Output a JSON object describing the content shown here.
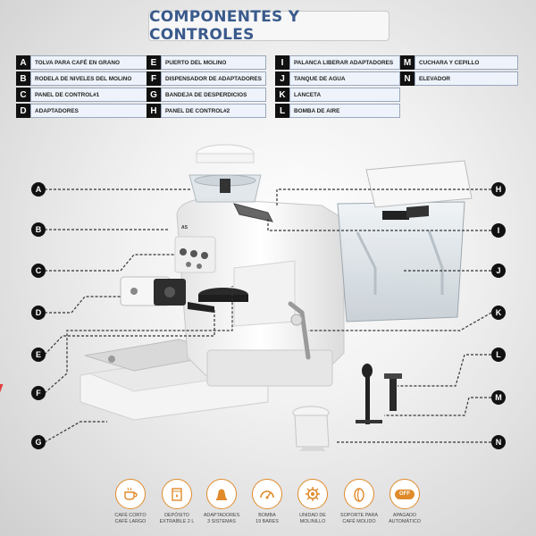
{
  "title": "COMPONENTES Y CONTROLES",
  "legend": [
    {
      "letter": "A",
      "label": "TOLVA PARA CAFÉ EN GRANO"
    },
    {
      "letter": "B",
      "label": "RODELA DE NIVELES DEL MOLINO"
    },
    {
      "letter": "C",
      "label": "PANEL DE CONTROL#1"
    },
    {
      "letter": "D",
      "label": "ADAPTADORES"
    },
    {
      "letter": "E",
      "label": "PUERTO DEL MOLINO"
    },
    {
      "letter": "F",
      "label": "DISPENSADOR DE ADAPTADORES"
    },
    {
      "letter": "G",
      "label": "BANDEJA DE DESPERDICIOS"
    },
    {
      "letter": "H",
      "label": "PANEL DE CONTROL#2"
    },
    {
      "letter": "I",
      "label": "PALANCA LIBERAR ADAPTADORES"
    },
    {
      "letter": "J",
      "label": "TANQUE DE AGUA"
    },
    {
      "letter": "K",
      "label": "LANCETA"
    },
    {
      "letter": "L",
      "label": "BOMBA DE AIRE"
    },
    {
      "letter": "M",
      "label": "CUCHARA Y CEPILLO"
    },
    {
      "letter": "N",
      "label": "ELEVADOR"
    }
  ],
  "callouts_left": [
    "A",
    "B",
    "C",
    "D",
    "E",
    "F",
    "G"
  ],
  "callouts_right": [
    "H",
    "I",
    "J",
    "K",
    "L",
    "M",
    "N"
  ],
  "machine_brand": "AS",
  "features": [
    {
      "icon": "coffee-cup-icon",
      "line1": "CAFÉ CORTO",
      "line2": "CAFÉ LARGO"
    },
    {
      "icon": "water-tank-icon",
      "line1": "DEPÓSITO",
      "line2": "EXTRAÍBLE 2 L"
    },
    {
      "icon": "capsule-icon",
      "line1": "ADAPTADORES",
      "line2": "3 SISTEMAS"
    },
    {
      "icon": "pressure-gauge-icon",
      "line1": "BOMBA",
      "line2": "19 BARES"
    },
    {
      "icon": "grinder-gear-icon",
      "line1": "UNIDAD DE",
      "line2": "MOLINILLO"
    },
    {
      "icon": "ground-coffee-icon",
      "line1": "SOPORTE PARA",
      "line2": "CAFÉ MOLIDO"
    },
    {
      "icon": "auto-off-icon",
      "line1": "APAGADO",
      "line2": "AUTOMÁTICO"
    }
  ],
  "auto_off_badge": "OFF",
  "colors": {
    "accent": "#e08a2a",
    "title": "#3a5a8c",
    "legend_bg": "#eef3fb"
  }
}
